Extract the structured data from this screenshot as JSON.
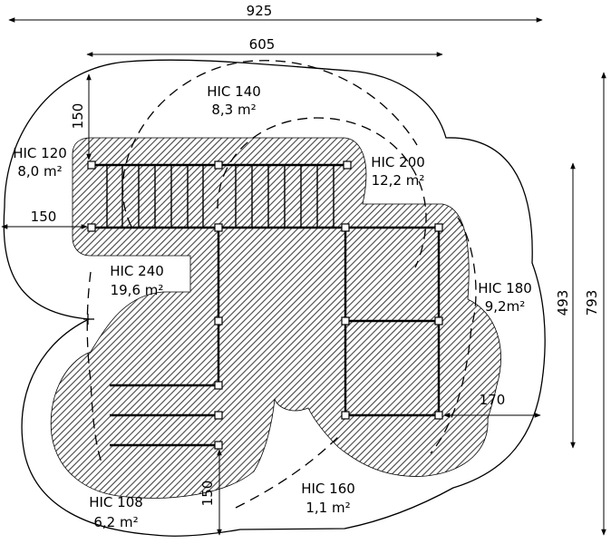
{
  "dimensions": {
    "total_width": "925",
    "inner_width": "605",
    "top_offset": "150",
    "left_offset": "150",
    "bottom_offset": "150",
    "right_offset": "170",
    "inner_height": "493",
    "total_height": "793"
  },
  "zones": [
    {
      "label": "HIC 140",
      "area": "8,3 m²"
    },
    {
      "label": "HIC 120",
      "area": "8,0 m²"
    },
    {
      "label": "HIC 200",
      "area": "12,2 m²"
    },
    {
      "label": "HIC 240",
      "area": "19,6 m²"
    },
    {
      "label": "HIC 180",
      "area": "9,2m²"
    },
    {
      "label": "HIC 108",
      "area": "6,2 m²"
    },
    {
      "label": "HIC 160",
      "area": "1,1 m²"
    }
  ]
}
